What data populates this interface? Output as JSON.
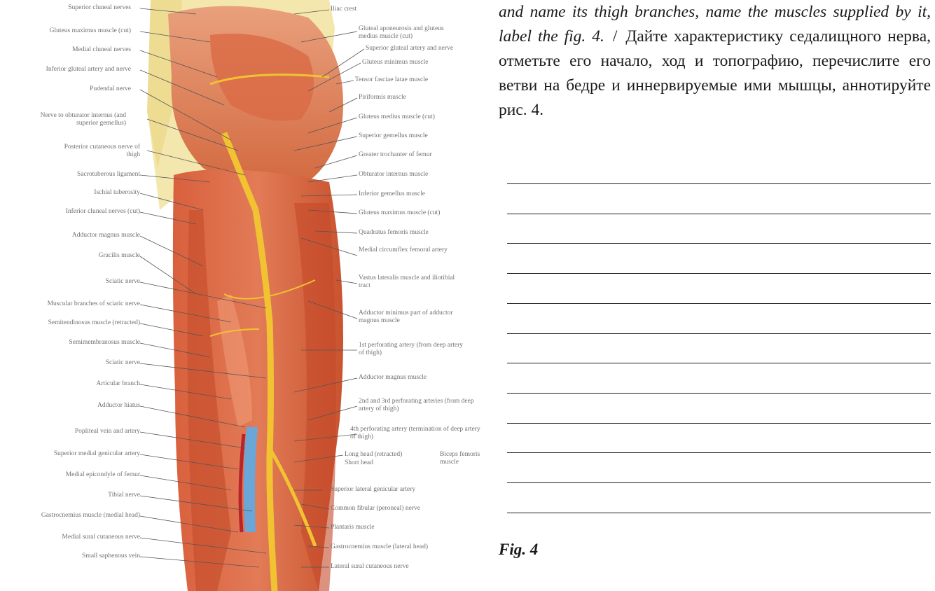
{
  "figure": {
    "labels_left": [
      "Superior cluneal nerves",
      "Gluteus maximus muscle (cut)",
      "Medial cluneal nerves",
      "Inferior gluteal artery and nerve",
      "Pudendal nerve",
      "Nerve to obturator internus (and superior gemellus)",
      "Posterior cutaneous nerve of thigh",
      "Sacrotuberous ligament",
      "Ischial tuberosity",
      "Inferior cluneal nerves (cut)",
      "Adductor magnus muscle",
      "Gracilis muscle",
      "Sciatic nerve",
      "Muscular branches of sciatic nerve",
      "Semitendinosus muscle (retracted)",
      "Semimembranosus muscle",
      "Sciatic nerve",
      "Articular branch",
      "Adductor hiatus",
      "Popliteal vein and artery",
      "Superior medial genicular artery",
      "Medial epicondyle of femur",
      "Tibial nerve",
      "Gastrocnemius muscle (medial head)",
      "Medial sural cutaneous nerve",
      "Small saphenous vein"
    ],
    "labels_right": [
      "Iliac crest",
      "Gluteal aponeurosis and gluteus medius muscle (cut)",
      "Superior gluteal artery and nerve",
      "Gluteus minimus muscle",
      "Tensor fasciae latae muscle",
      "Piriformis muscle",
      "Gluteus medius muscle (cut)",
      "Superior gemellus muscle",
      "Greater trochanter of femur",
      "Obturator internus muscle",
      "Inferior gemellus muscle",
      "Gluteus maximus muscle (cut)",
      "Quadratus femoris muscle",
      "Medial circumflex femoral artery",
      "Vastus lateralis muscle and iliotibial tract",
      "Adductor minimus part of adductor magnus muscle",
      "1st perforating artery (from deep artery of thigh)",
      "Adductor magnus muscle",
      "2nd and 3rd perforating arteries (from deep artery of thigh)",
      "4th perforating artery (termination of deep artery of thigh)",
      "Long head (retracted)",
      "Short head",
      "Biceps femoris muscle",
      "Superior lateral genicular artery",
      "Common fibular (peroneal) nerve",
      "Plantaris muscle",
      "Gastrocnemius muscle (lateral head)",
      "Lateral sural cutaneous nerve"
    ]
  },
  "task": {
    "english": "and name its thigh branches, name the muscles supplied by it, label the fig. 4.",
    "separator": "/",
    "russian": "Дайте характеристику седалищного нерва, отметьте его начало, ход и топографию, перечислите его ветви на бедре и иннервируемые ими мышцы, аннотируйте рис. 4."
  },
  "answer_lines": 12,
  "caption": "Fig. 4"
}
